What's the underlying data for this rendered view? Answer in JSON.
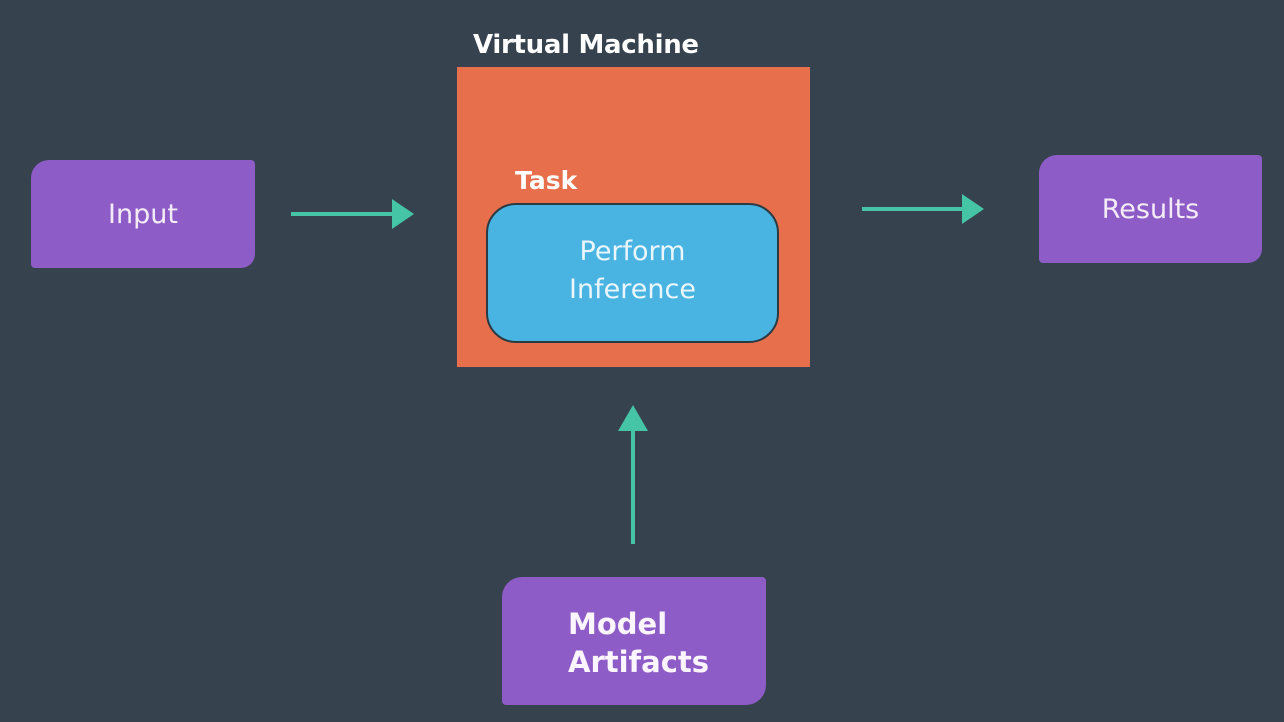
{
  "diagram": {
    "vm_title": "Virtual Machine",
    "task_label": "Task",
    "inference": {
      "line1": "Perform",
      "line2": "Inference"
    },
    "input_label": "Input",
    "results_label": "Results",
    "model_artifacts": {
      "line1": "Model",
      "line2": "Artifacts"
    }
  },
  "colors": {
    "background": "#36424d",
    "vm": "#e86f4c",
    "task": "#49b4e2",
    "node": "#8e5cc6",
    "arrow": "#45c4a6"
  },
  "icons": {
    "arrow_input": "arrow-right-icon",
    "arrow_results": "arrow-right-icon",
    "arrow_model": "arrow-up-icon"
  }
}
